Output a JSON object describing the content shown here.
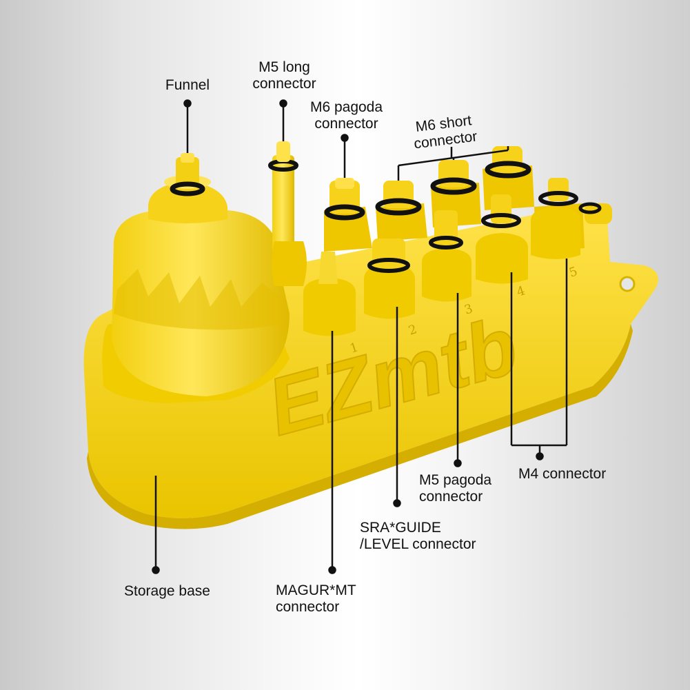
{
  "colors": {
    "product_yellow": "#f7d51a",
    "product_shadow": "#d9b400",
    "product_highlight": "#ffe867",
    "o_ring": "#111111",
    "line": "#111111"
  },
  "brand_logo_text": "EZmtb",
  "slot_numbers": [
    "1",
    "2",
    "3",
    "4",
    "5"
  ],
  "labels": {
    "funnel": [
      "Funnel"
    ],
    "m5_long": [
      "M5 long",
      "connector"
    ],
    "m6_pagoda": [
      "M6 pagoda",
      "connector"
    ],
    "m6_short": [
      "M6 short",
      "connector"
    ],
    "m4": [
      "M4 connector"
    ],
    "m5_pagoda": [
      "M5 pagoda",
      "connector"
    ],
    "sra_guide": [
      "SRA*GUIDE",
      "/LEVEL connector"
    ],
    "magur_mt": [
      "MAGUR*MT",
      "connector"
    ],
    "storage_base": [
      "Storage base"
    ]
  }
}
